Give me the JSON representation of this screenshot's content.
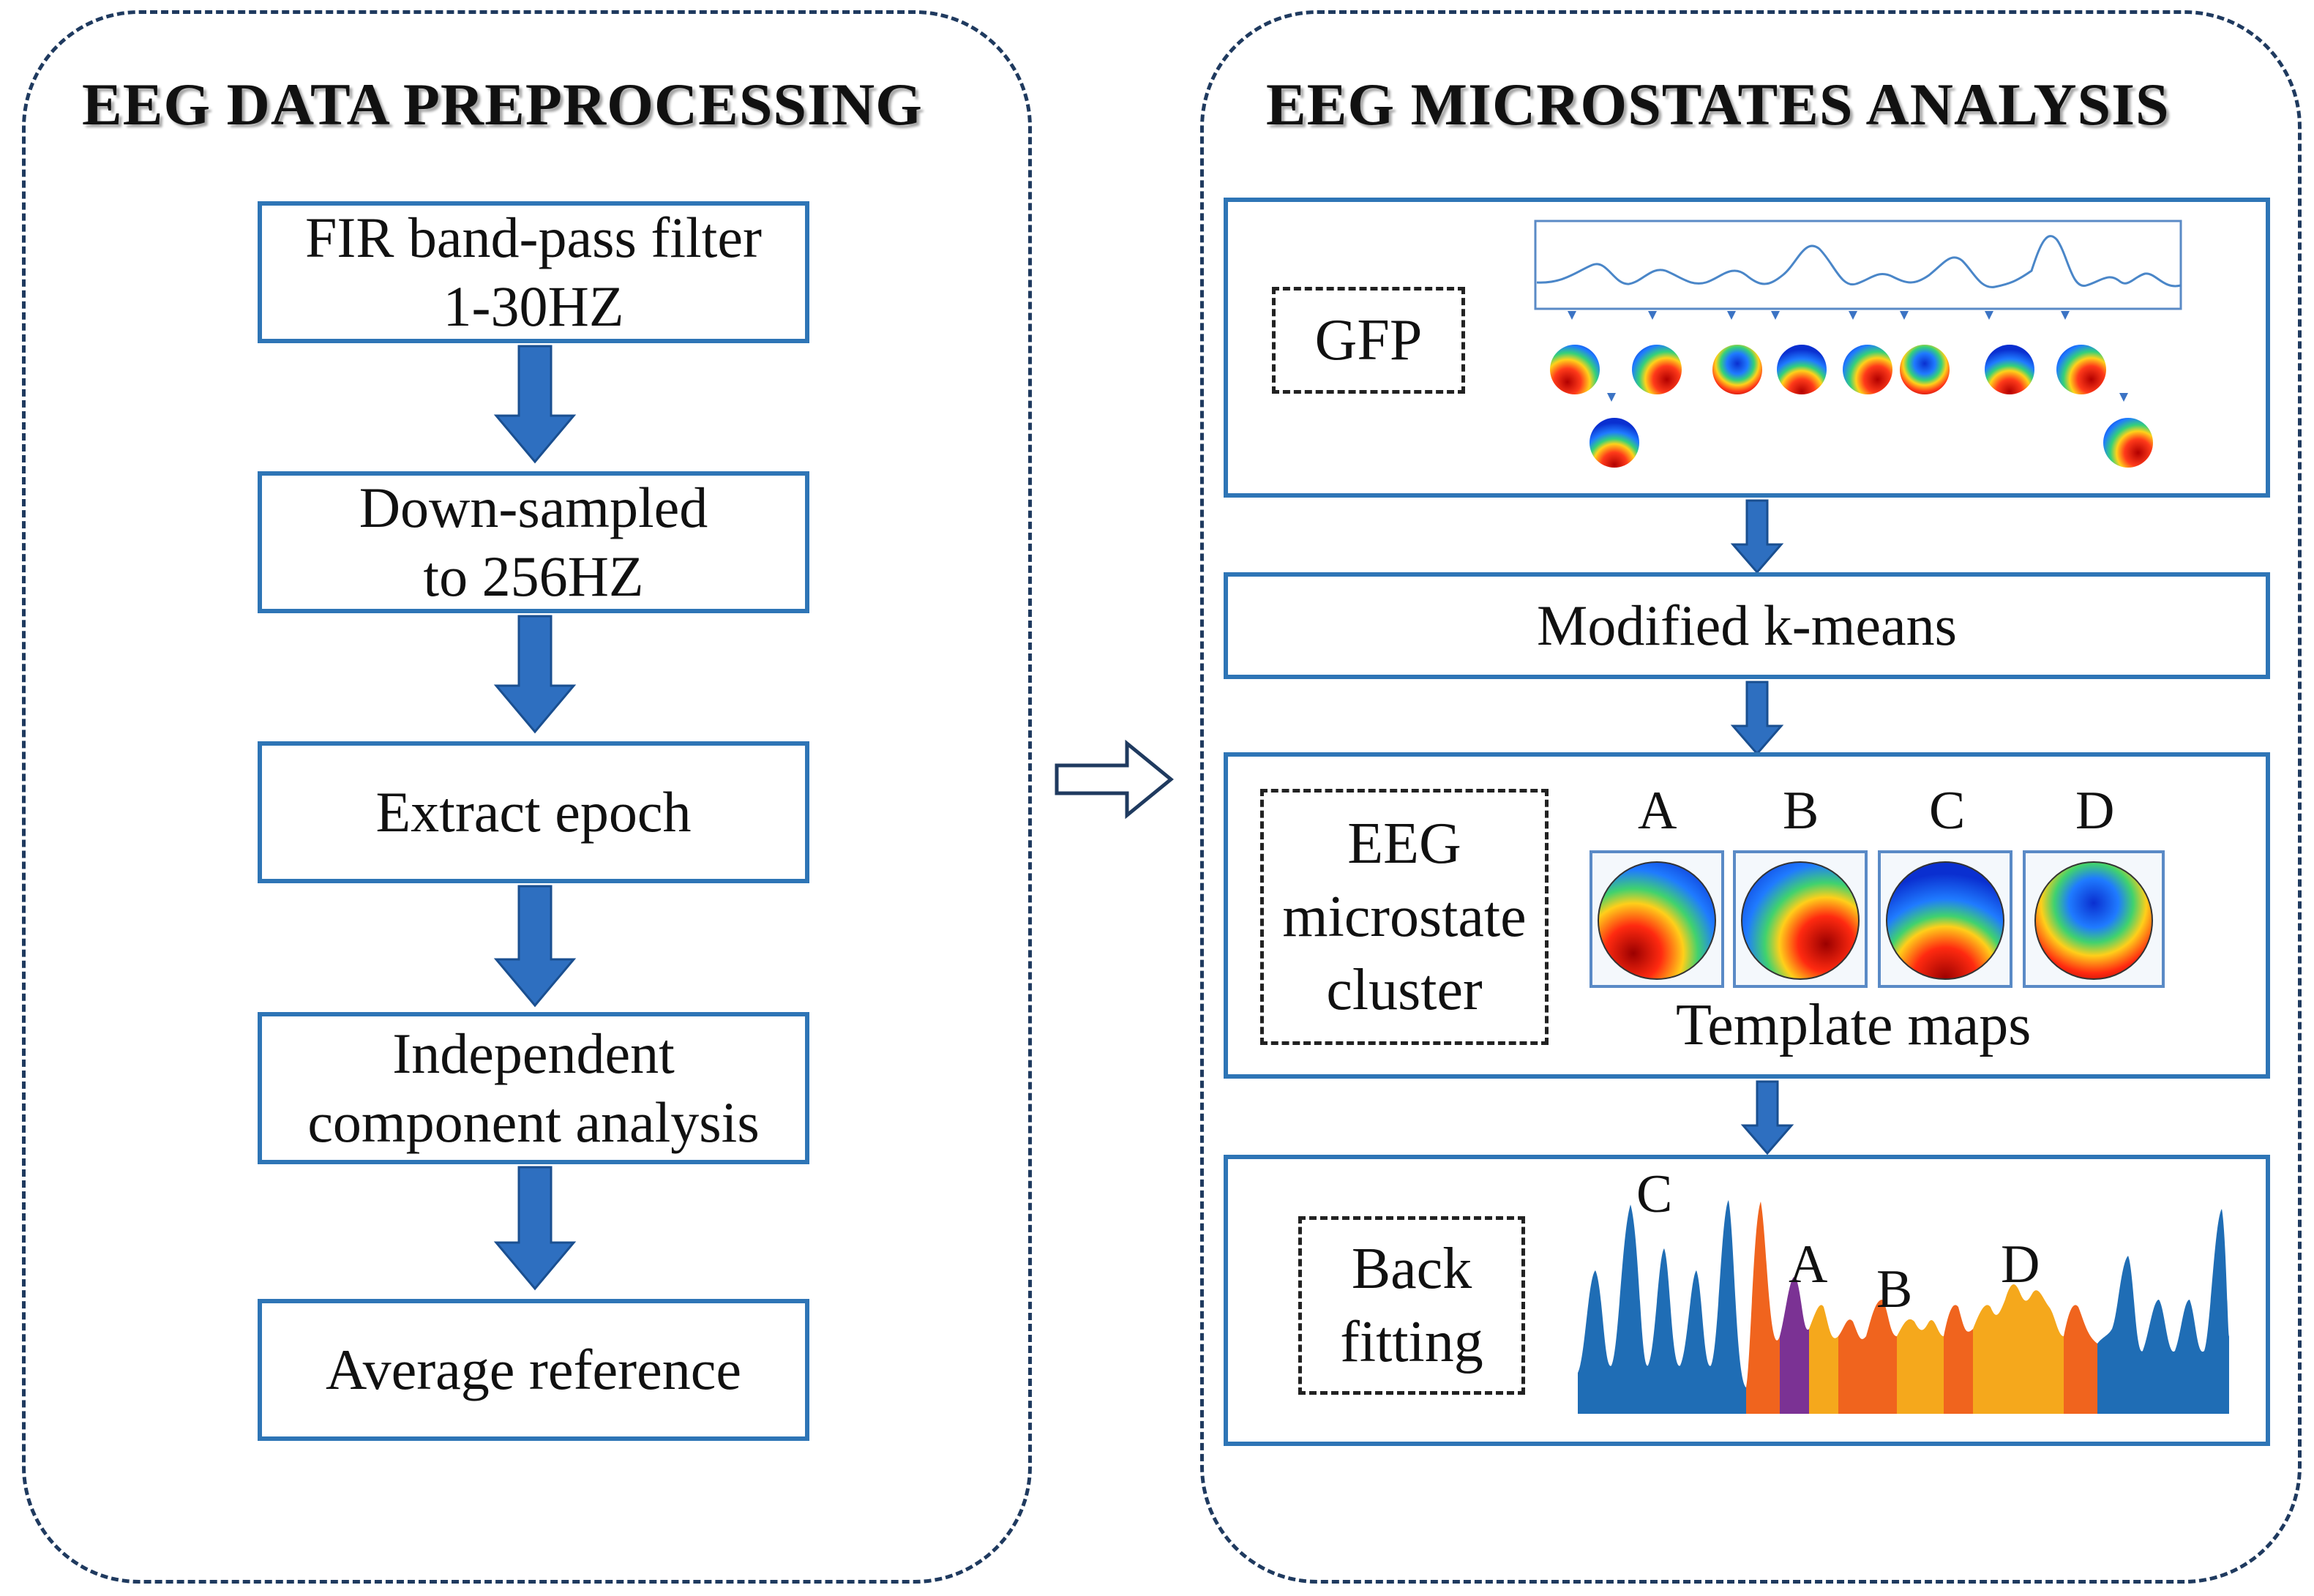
{
  "left_panel": {
    "title": "EEG DATA PREPROCESSING",
    "steps": [
      {
        "line1": "FIR band-pass filter",
        "line2": "1-30HZ"
      },
      {
        "line1": "Down-sampled",
        "line2": "to 256HZ"
      },
      {
        "line1": "Extract epoch",
        "line2": ""
      },
      {
        "line1": "Independent",
        "line2": "component analysis"
      },
      {
        "line1": "Average reference",
        "line2": ""
      }
    ]
  },
  "right_panel": {
    "title": "EEG MICROSTATES ANALYSIS",
    "gfp": {
      "label": "GFP"
    },
    "kmeans": {
      "label": "Modified k-means"
    },
    "cluster": {
      "label_line1": "EEG",
      "label_line2": "microstate",
      "label_line3": "cluster",
      "letters": [
        "A",
        "B",
        "C",
        "D"
      ],
      "caption": "Template maps"
    },
    "backfit": {
      "label_line1": "Back",
      "label_line2": "fitting",
      "annotations": [
        "C",
        "A",
        "B",
        "D"
      ]
    }
  },
  "colors": {
    "box_border": "#2e75b6",
    "arrow": "#2e6fc0",
    "panel_border": "#1f3a5f",
    "series_blue": "#1f6db5",
    "series_orange": "#f0641e",
    "series_purple": "#7b3294",
    "series_yellow": "#f5a81c"
  }
}
